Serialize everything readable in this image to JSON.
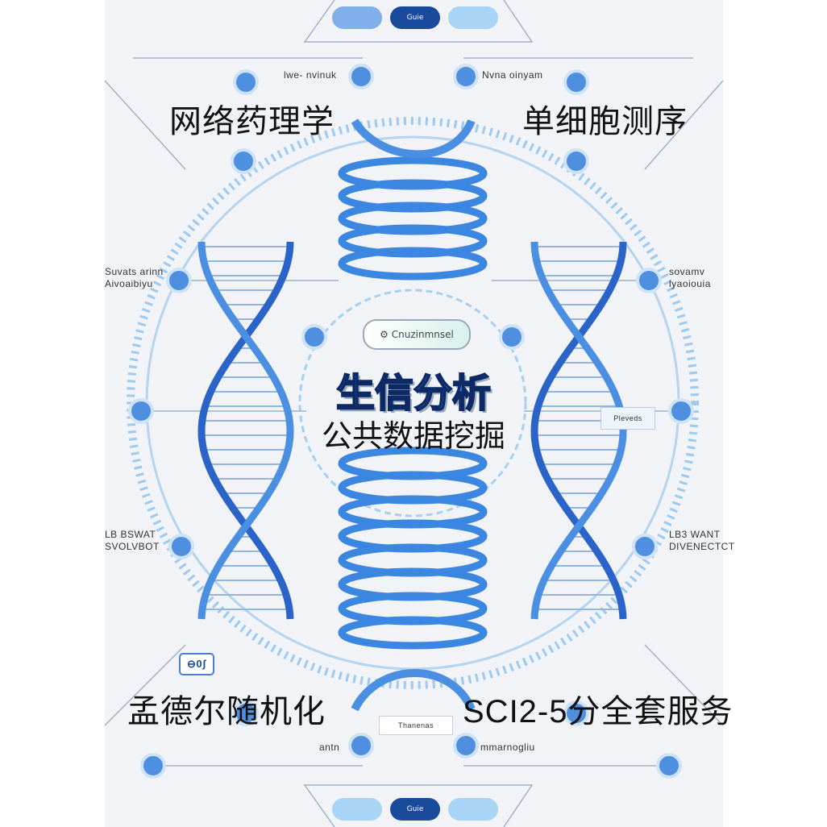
{
  "top_nav": {
    "buttons": [
      "",
      "Guie",
      ""
    ]
  },
  "bottom_nav": {
    "buttons": [
      "",
      "Guie",
      ""
    ]
  },
  "headings": {
    "top_left": "网络药理学",
    "top_right": "单细胞测序",
    "bottom_left": "孟德尔随机化",
    "bottom_right": "SCI2-5分全套服务"
  },
  "center": {
    "pill_label": "Cnuzinmnsel",
    "title": "生信分析",
    "subtitle": "公共数据挖掘"
  },
  "small_labels": {
    "top_left": "lwe- nvinuk",
    "top_right": "Nvna oinyam",
    "mid_left": [
      "Suvats arinn",
      "Aivoaibiyu"
    ],
    "mid_right": [
      "sovamv",
      "lyaoiouia"
    ],
    "low_left": [
      "LB BSWAT",
      "SVOLVBOT"
    ],
    "low_right": [
      "LB3 WANT",
      "DIVENECTCT"
    ],
    "bottom_left": "antn",
    "bottom_right": "mmarnogliu",
    "bottom_center": "Thanenas",
    "badge": "⊖0ʃ",
    "right_card": "Pleveds"
  },
  "colors": {
    "primary": "#2f6fd6",
    "dark": "#0d3f99",
    "light": "#8cc0f2",
    "background": "#f1f3f6"
  }
}
